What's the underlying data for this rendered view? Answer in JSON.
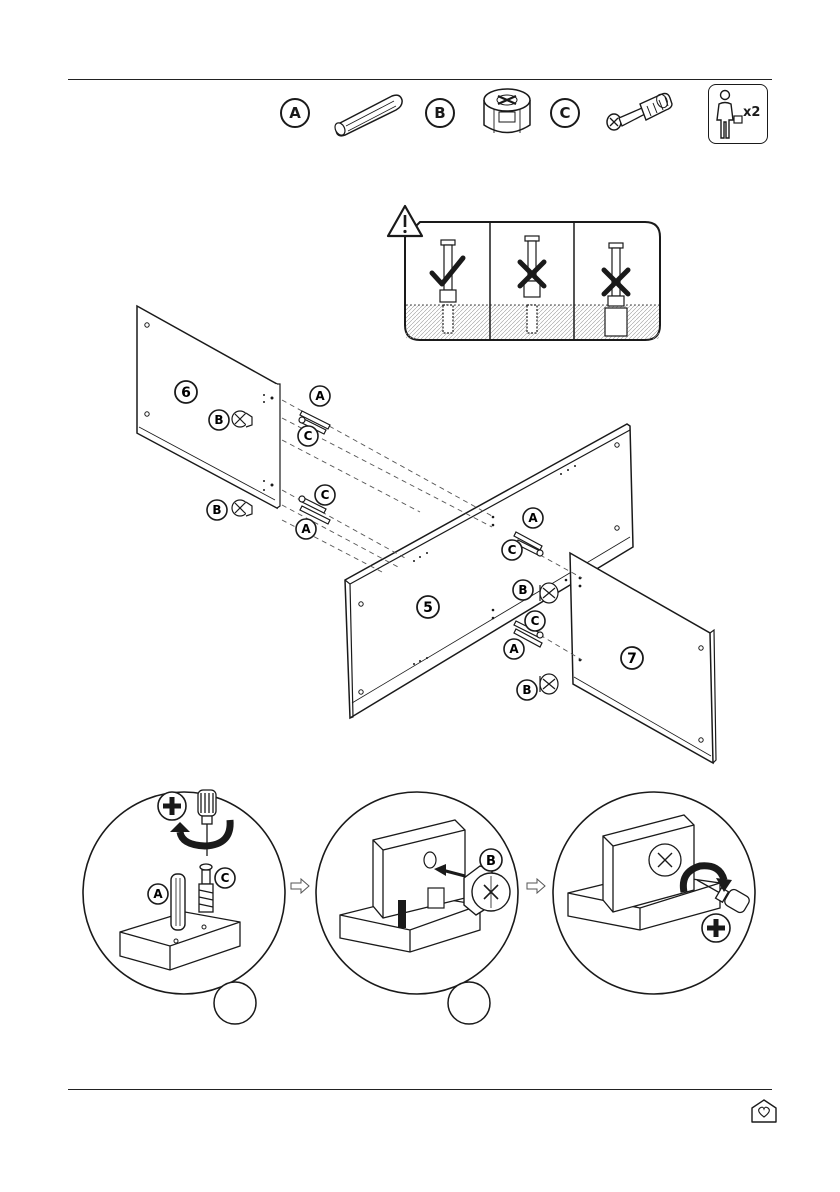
{
  "legend": {
    "parts": [
      {
        "label": "A",
        "icon": "wooden-dowel-icon"
      },
      {
        "label": "B",
        "icon": "cam-lock-icon"
      },
      {
        "label": "C",
        "icon": "cam-bolt-icon"
      }
    ],
    "people": {
      "icon": "person-icon",
      "count": "x2"
    }
  },
  "warning": {
    "icon": "warning-icon",
    "cells": [
      {
        "icon": "check-icon"
      },
      {
        "icon": "cross-icon"
      },
      {
        "icon": "cross-icon"
      }
    ]
  },
  "assembly": {
    "panels": {
      "left": "6",
      "center": "5",
      "right": "7"
    },
    "hardware_labels": {
      "a": "A",
      "b": "B",
      "c": "C"
    }
  },
  "detail_steps": {
    "step1": {
      "tool": "plus-screwdriver-icon",
      "labels": [
        "A",
        "C"
      ]
    },
    "step2": {
      "label": "B"
    },
    "step3": {
      "tool": "plus-screwdriver-icon"
    }
  },
  "footer": {
    "logo": "home-logo-icon"
  }
}
